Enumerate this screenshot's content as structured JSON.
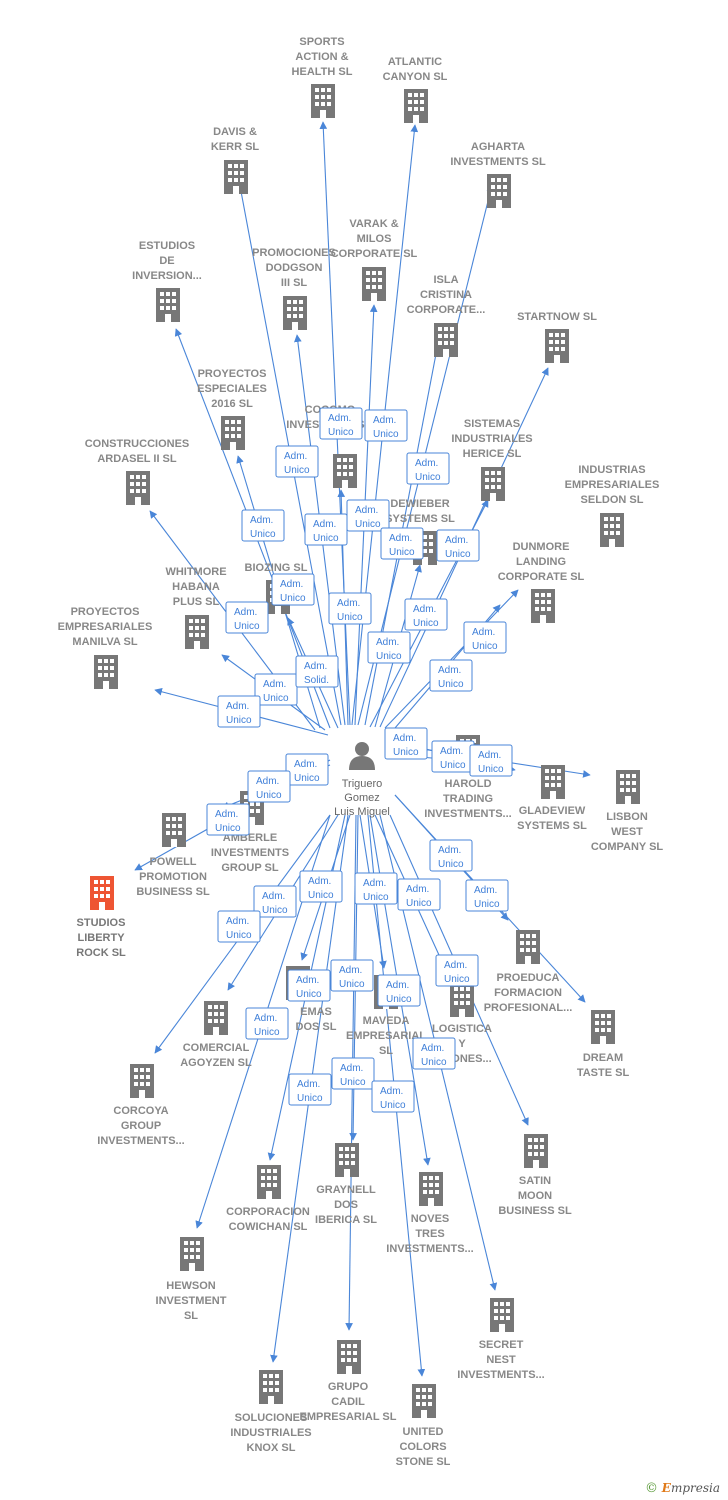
{
  "center": {
    "name": "Triguero Gomez Luis Miguel",
    "lines": [
      "Triguero",
      "Gomez",
      "Luis Miguel"
    ]
  },
  "colors": {
    "edge": "#4a86d8",
    "building": "#777777",
    "highlight": "#ee5533"
  },
  "nodes": [
    {
      "id": "sports",
      "lines": [
        "SPORTS",
        "ACTION &",
        "HEALTH  SL"
      ]
    },
    {
      "id": "atlantic",
      "lines": [
        "ATLANTIC",
        "CANYON SL"
      ]
    },
    {
      "id": "davis",
      "lines": [
        "DAVIS &",
        "KERR SL"
      ]
    },
    {
      "id": "agharta",
      "lines": [
        "AGHARTA",
        "INVESTMENTS SL"
      ]
    },
    {
      "id": "varak",
      "lines": [
        "VARAK &",
        "MILOS",
        "CORPORATE SL"
      ]
    },
    {
      "id": "estudios",
      "lines": [
        "ESTUDIOS",
        "DE",
        "INVERSION..."
      ]
    },
    {
      "id": "promociones",
      "lines": [
        "PROMOCIONES",
        "DODGSON",
        "III SL"
      ]
    },
    {
      "id": "isla",
      "lines": [
        "ISLA",
        "CRISTINA",
        "CORPORATE..."
      ]
    },
    {
      "id": "startnow",
      "lines": [
        "STARTNOW SL"
      ]
    },
    {
      "id": "proyectos2016",
      "lines": [
        "PROYECTOS",
        "ESPECIALES",
        "2016  SL"
      ]
    },
    {
      "id": "cocomo",
      "lines": [
        "COCOMO",
        "INVESTMENTS..."
      ]
    },
    {
      "id": "sistemas",
      "lines": [
        "SISTEMAS",
        "INDUSTRIALES",
        "HERICE  SL"
      ]
    },
    {
      "id": "construcciones",
      "lines": [
        "CONSTRUCCIONES",
        "ARDASEL II  SL"
      ]
    },
    {
      "id": "industrias",
      "lines": [
        "INDUSTRIAS",
        "EMPRESARIALES",
        "SELDON SL"
      ]
    },
    {
      "id": "dewieber",
      "lines": [
        "DEWIEBER",
        "SYSTEMS  SL"
      ]
    },
    {
      "id": "dunmore",
      "lines": [
        "DUNMORE",
        "LANDING",
        "CORPORATE SL"
      ]
    },
    {
      "id": "biozing",
      "lines": [
        "BIOZING SL"
      ]
    },
    {
      "id": "whitmore",
      "lines": [
        "WHITMORE",
        "HABANA",
        "PLUS  SL"
      ]
    },
    {
      "id": "manilva",
      "lines": [
        "PROYECTOS",
        "EMPRESARIALES",
        "MANILVA SL"
      ]
    },
    {
      "id": "harold",
      "lines": [
        "HAROLD",
        "TRADING",
        "INVESTMENTS..."
      ]
    },
    {
      "id": "gladeview",
      "lines": [
        "GLADEVIEW",
        "SYSTEMS  SL"
      ]
    },
    {
      "id": "lisbon",
      "lines": [
        "LISBON",
        "WEST",
        "COMPANY  SL"
      ]
    },
    {
      "id": "amberle",
      "lines": [
        "AMBERLE",
        "INVESTMENTS",
        "GROUP SL"
      ]
    },
    {
      "id": "powell",
      "lines": [
        "POWELL",
        "PROMOTION",
        "BUSINESS  SL"
      ]
    },
    {
      "id": "studios",
      "lines": [
        "STUDIOS",
        "LIBERTY",
        "ROCK  SL"
      ],
      "highlight": true
    },
    {
      "id": "proeduca",
      "lines": [
        "PROEDUCA",
        "FORMACION",
        "PROFESIONAL..."
      ]
    },
    {
      "id": "dream",
      "lines": [
        "DREAM",
        "TASTE SL"
      ]
    },
    {
      "id": "emas",
      "lines": [
        "EMAS",
        "DOS SL"
      ]
    },
    {
      "id": "comercial",
      "lines": [
        "COMERCIAL",
        "AGOYZEN SL"
      ]
    },
    {
      "id": "maveda",
      "lines": [
        "MAVEDA",
        "EMPRESARIAL",
        "SL"
      ]
    },
    {
      "id": "logistica",
      "lines": [
        "LOGISTICA",
        "Y",
        "ACIONES..."
      ]
    },
    {
      "id": "corcoya",
      "lines": [
        "CORCOYA",
        "GROUP",
        "INVESTMENTS..."
      ]
    },
    {
      "id": "satin",
      "lines": [
        "SATIN",
        "MOON",
        "BUSINESS SL"
      ]
    },
    {
      "id": "graynell",
      "lines": [
        "GRAYNELL",
        "DOS",
        "IBERICA  SL"
      ]
    },
    {
      "id": "corporacion",
      "lines": [
        "CORPORACION",
        "COWICHAN SL"
      ]
    },
    {
      "id": "noves",
      "lines": [
        "NOVES",
        "TRES",
        "INVESTMENTS..."
      ]
    },
    {
      "id": "hewson",
      "lines": [
        "HEWSON",
        "INVESTMENT",
        "SL"
      ]
    },
    {
      "id": "secret",
      "lines": [
        "SECRET",
        "NEST",
        "INVESTMENTS..."
      ]
    },
    {
      "id": "grupo",
      "lines": [
        "GRUPO",
        "CADIL",
        "EMPRESARIAL SL"
      ]
    },
    {
      "id": "soluciones",
      "lines": [
        "SOLUCIONES",
        "INDUSTRIALES",
        "KNOX SL"
      ]
    },
    {
      "id": "united",
      "lines": [
        "UNITED",
        "COLORS",
        "STONE SL"
      ]
    }
  ],
  "badges": [
    {
      "lines": [
        "Adm.",
        "Unico"
      ]
    },
    {
      "lines": [
        "Adm.",
        "Unico"
      ]
    },
    {
      "lines": [
        "Adm.",
        "Unico"
      ]
    },
    {
      "lines": [
        "Adm.",
        "Unico"
      ]
    },
    {
      "lines": [
        "Adm.",
        "Unico"
      ]
    },
    {
      "lines": [
        "Adm.",
        "Unico"
      ]
    },
    {
      "lines": [
        "Adm.",
        "Unico"
      ]
    },
    {
      "lines": [
        "Adm.",
        "Unico"
      ]
    },
    {
      "lines": [
        "Adm.",
        "Unico"
      ]
    },
    {
      "lines": [
        "Adm.",
        "Unico"
      ]
    },
    {
      "lines": [
        "Adm.",
        "Unico"
      ]
    },
    {
      "lines": [
        "Adm.",
        "Unico"
      ]
    },
    {
      "lines": [
        "Adm.",
        "Unico"
      ]
    },
    {
      "lines": [
        "Adm.",
        "Unico"
      ]
    },
    {
      "lines": [
        "Adm.",
        "Unico"
      ]
    },
    {
      "lines": [
        "Adm.",
        "Unico"
      ]
    },
    {
      "lines": [
        "Adm.",
        "Solid."
      ]
    },
    {
      "lines": [
        "Adm.",
        "Unico"
      ]
    },
    {
      "lines": [
        "Adm.",
        "Unico"
      ]
    },
    {
      "lines": [
        "Adm.",
        "Unico"
      ]
    },
    {
      "lines": [
        "Adm.",
        "Unico"
      ]
    },
    {
      "lines": [
        "Adm.",
        "Unico"
      ]
    },
    {
      "lines": [
        "Adm.",
        "Unico"
      ]
    },
    {
      "lines": [
        "Adm.",
        "Unico"
      ]
    },
    {
      "lines": [
        "Adm.",
        "Unico"
      ]
    },
    {
      "lines": [
        "Adm.",
        "Unico"
      ]
    },
    {
      "lines": [
        "Adm.",
        "Unico"
      ]
    },
    {
      "lines": [
        "Adm.",
        "Unico"
      ]
    },
    {
      "lines": [
        "Adm.",
        "Unico"
      ]
    },
    {
      "lines": [
        "Adm.",
        "Unico"
      ]
    },
    {
      "lines": [
        "Adm.",
        "Unico"
      ]
    },
    {
      "lines": [
        "Adm.",
        "Unico"
      ]
    },
    {
      "lines": [
        "Adm.",
        "Unico"
      ]
    },
    {
      "lines": [
        "Adm.",
        "Unico"
      ]
    },
    {
      "lines": [
        "Adm.",
        "Unico"
      ]
    },
    {
      "lines": [
        "Adm.",
        "Unico"
      ]
    },
    {
      "lines": [
        "Adm.",
        "Unico"
      ]
    },
    {
      "lines": [
        "Adm.",
        "Unico"
      ]
    },
    {
      "lines": [
        "Adm.",
        "Unico"
      ]
    },
    {
      "lines": [
        "Adm.",
        "Unico"
      ]
    },
    {
      "lines": [
        "Adm.",
        "Unico"
      ]
    }
  ],
  "footer": {
    "symbol": "©",
    "brand_first": "E",
    "brand_rest": "mpresia"
  }
}
